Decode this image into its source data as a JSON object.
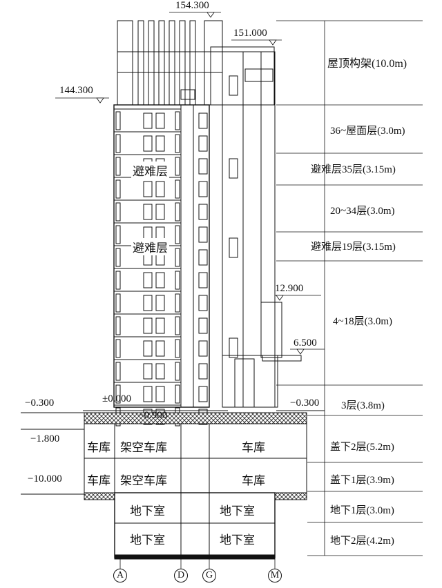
{
  "elevations": {
    "e154": "154.300",
    "e151": "151.000",
    "e144": "144.300",
    "e12_9": "12.900",
    "e6_5": "6.500",
    "e_neg0_3_left": "−0.300",
    "e_0": "±0.000",
    "e_neg0_9": "−0.900",
    "e_neg0_3_right": "−0.300",
    "e_neg1_8": "−1.800",
    "e_neg10": "−10.000"
  },
  "levels": [
    "屋顶构架(10.0m)",
    "36~屋面层(3.0m)",
    "避难层35层(3.15m)",
    "20~34层(3.0m)",
    "避难层19层(3.15m)",
    "4~18层(3.0m)",
    "3层(3.8m)",
    "盖下2层(5.2m)",
    "盖下1层(3.9m)",
    "地下1层(3.0m)",
    "地下2层(4.2m)"
  ],
  "rooms": {
    "refuge_upper": "避难层",
    "refuge_lower": "避难层",
    "garage_left_upper": "车库",
    "garage_left_lower": "车库",
    "open_garage_upper": "架空车库",
    "open_garage_lower": "架空车库",
    "garage_right_upper": "车库",
    "garage_right_lower": "车库",
    "basement_a1": "地下室",
    "basement_a2": "地下室",
    "basement_g1": "地下室",
    "basement_g2": "地下室"
  },
  "axes": [
    "A",
    "D",
    "G",
    "M"
  ]
}
